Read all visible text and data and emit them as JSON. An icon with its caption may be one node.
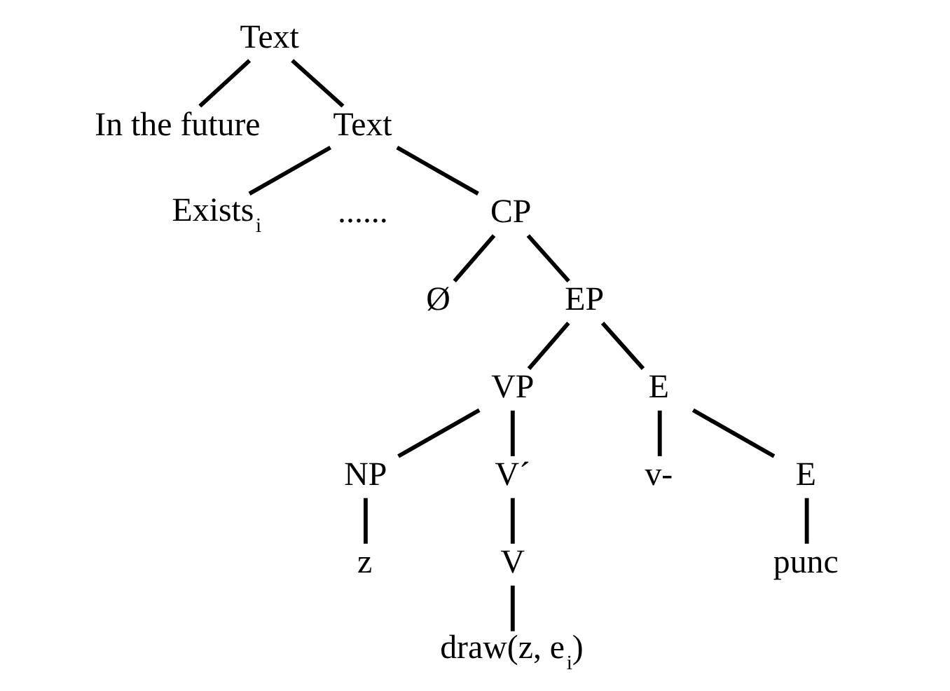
{
  "diagram": {
    "nodes": [
      {
        "text": [
          "Text"
        ]
      },
      {
        "text": [
          "In the future"
        ]
      },
      {
        "text": [
          "Text"
        ]
      },
      {
        "text": [
          "Exists$_{i}$"
        ]
      },
      {
        "text": [
          "CP"
        ]
      },
      {
        "text": [
          "Ø"
        ]
      },
      {
        "text": [
          "EP"
        ]
      },
      {
        "text": [
          "VP"
        ]
      },
      {
        "text": [
          "E"
        ]
      },
      {
        "text": [
          "NP"
        ]
      },
      {
        "text": [
          "V´"
        ]
      },
      {
        "text": [
          "v-"
        ]
      },
      {
        "text": [
          "E"
        ]
      },
      {
        "text": [
          "z"
        ]
      },
      {
        "text": [
          "V"
        ]
      },
      {
        "text": [
          "punc"
        ]
      },
      {
        "text": [
          "draw(z, e$_{i}$)"
        ]
      }
    ],
    "edges": [
      {
        "from": 0,
        "to": 1,
        "arrow": "none"
      },
      {
        "from": 0,
        "to": 2,
        "arrow": "none"
      },
      {
        "from": 2,
        "to": 3,
        "arrow": "none"
      },
      {
        "from": 2,
        "to": 4,
        "arrow": "none"
      },
      {
        "from": 4,
        "to": 5,
        "arrow": "none"
      },
      {
        "from": 4,
        "to": 6,
        "arrow": "none"
      },
      {
        "from": 6,
        "to": 7,
        "arrow": "none"
      },
      {
        "from": 6,
        "to": 8,
        "arrow": "none"
      },
      {
        "from": 7,
        "to": 9,
        "arrow": "none"
      },
      {
        "from": 7,
        "to": 10,
        "arrow": "none"
      },
      {
        "from": 8,
        "to": 11,
        "arrow": "none"
      },
      {
        "from": 8,
        "to": 12,
        "arrow": "none"
      },
      {
        "from": 9,
        "to": 13,
        "arrow": "none"
      },
      {
        "from": 10,
        "to": 14,
        "arrow": "none"
      },
      {
        "from": 12,
        "to": 15,
        "arrow": "none"
      },
      {
        "from": 14,
        "to": 16,
        "arrow": "none"
      }
    ],
    "labels": [
      "......"
    ]
  }
}
